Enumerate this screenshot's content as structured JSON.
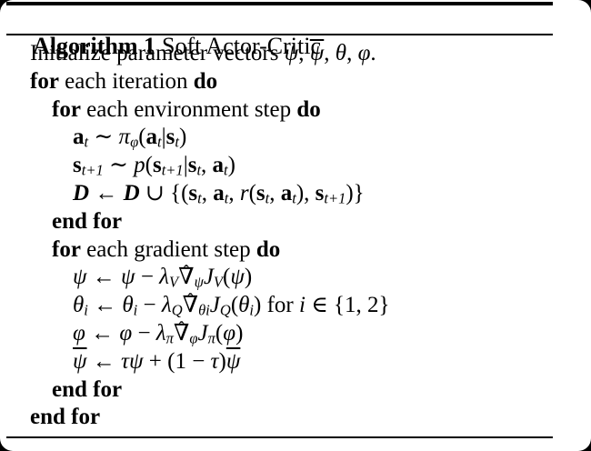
{
  "colors": {
    "surround": "#000000",
    "page_background": "#ffffff",
    "text": "#000000",
    "rule": "#000000"
  },
  "header": {
    "label": "Algorithm 1",
    "title": "Soft Actor-Critic"
  },
  "symbols": {
    "hat_mark": "ˆ"
  },
  "algorithm": {
    "lines": [
      {
        "indent": 1,
        "segments": [
          [
            "rm",
            "Initialize parameter vectors "
          ],
          [
            "it",
            "ψ"
          ],
          [
            "rm",
            ", "
          ],
          [
            "bar",
            "ψ"
          ],
          [
            "rm",
            ", "
          ],
          [
            "it",
            "θ"
          ],
          [
            "rm",
            ", "
          ],
          [
            "it",
            "φ"
          ],
          [
            "rm",
            "."
          ]
        ]
      },
      {
        "indent": 1,
        "segments": [
          [
            "bf",
            "for"
          ],
          [
            "rm",
            " each iteration "
          ],
          [
            "bf",
            "do"
          ]
        ]
      },
      {
        "indent": 2,
        "segments": [
          [
            "bf",
            "for"
          ],
          [
            "rm",
            " each environment step "
          ],
          [
            "bf",
            "do"
          ]
        ]
      },
      {
        "indent": 3,
        "segments": [
          [
            "mbf",
            "a"
          ],
          [
            "sub",
            "t"
          ],
          [
            "rm",
            " ∼ "
          ],
          [
            "it",
            "π"
          ],
          [
            "sub",
            "φ"
          ],
          [
            "rm",
            "("
          ],
          [
            "mbf",
            "a"
          ],
          [
            "sub",
            "t"
          ],
          [
            "rm",
            "|"
          ],
          [
            "mbf",
            "s"
          ],
          [
            "sub",
            "t"
          ],
          [
            "rm",
            ")"
          ]
        ]
      },
      {
        "indent": 3,
        "segments": [
          [
            "mbf",
            "s"
          ],
          [
            "sub",
            "t+1"
          ],
          [
            "rm",
            " ∼ "
          ],
          [
            "it",
            "p"
          ],
          [
            "rm",
            "("
          ],
          [
            "mbf",
            "s"
          ],
          [
            "sub",
            "t+1"
          ],
          [
            "rm",
            "|"
          ],
          [
            "mbf",
            "s"
          ],
          [
            "sub",
            "t"
          ],
          [
            "rm",
            ", "
          ],
          [
            "mbf",
            "a"
          ],
          [
            "sub",
            "t"
          ],
          [
            "rm",
            ")"
          ]
        ]
      },
      {
        "indent": 3,
        "segments": [
          [
            "cal",
            "D"
          ],
          [
            "rm",
            " ← "
          ],
          [
            "cal",
            "D"
          ],
          [
            "rm",
            " ∪ {("
          ],
          [
            "mbf",
            "s"
          ],
          [
            "sub",
            "t"
          ],
          [
            "rm",
            ", "
          ],
          [
            "mbf",
            "a"
          ],
          [
            "sub",
            "t"
          ],
          [
            "rm",
            ", "
          ],
          [
            "it",
            "r"
          ],
          [
            "rm",
            "("
          ],
          [
            "mbf",
            "s"
          ],
          [
            "sub",
            "t"
          ],
          [
            "rm",
            ", "
          ],
          [
            "mbf",
            "a"
          ],
          [
            "sub",
            "t"
          ],
          [
            "rm",
            "), "
          ],
          [
            "mbf",
            "s"
          ],
          [
            "sub",
            "t+1"
          ],
          [
            "rm",
            ")}"
          ]
        ]
      },
      {
        "indent": 2,
        "segments": [
          [
            "bf",
            "end for"
          ]
        ]
      },
      {
        "indent": 2,
        "segments": [
          [
            "bf",
            "for"
          ],
          [
            "rm",
            " each gradient step "
          ],
          [
            "bf",
            "do"
          ]
        ]
      },
      {
        "indent": 3,
        "segments": [
          [
            "it",
            "ψ"
          ],
          [
            "rm",
            " ← "
          ],
          [
            "it",
            "ψ"
          ],
          [
            "rm",
            " − "
          ],
          [
            "it",
            "λ"
          ],
          [
            "sub",
            "V"
          ],
          [
            "hat",
            "∇"
          ],
          [
            "sub",
            "ψ"
          ],
          [
            "it",
            "J"
          ],
          [
            "sub",
            "V"
          ],
          [
            "rm",
            "("
          ],
          [
            "it",
            "ψ"
          ],
          [
            "rm",
            ")"
          ]
        ]
      },
      {
        "indent": 3,
        "segments": [
          [
            "it",
            "θ"
          ],
          [
            "sub",
            "i"
          ],
          [
            "rm",
            " ← "
          ],
          [
            "it",
            "θ"
          ],
          [
            "sub",
            "i"
          ],
          [
            "rm",
            " − "
          ],
          [
            "it",
            "λ"
          ],
          [
            "sub",
            "Q"
          ],
          [
            "hat",
            "∇"
          ],
          [
            "sub",
            "θi"
          ],
          [
            "it",
            "J"
          ],
          [
            "sub",
            "Q"
          ],
          [
            "rm",
            "("
          ],
          [
            "it",
            "θ"
          ],
          [
            "sub",
            "i"
          ],
          [
            "rm",
            ") for "
          ],
          [
            "it",
            "i"
          ],
          [
            "rm",
            " ∈ {1, 2}"
          ]
        ]
      },
      {
        "indent": 3,
        "segments": [
          [
            "it",
            "φ"
          ],
          [
            "rm",
            " ← "
          ],
          [
            "it",
            "φ"
          ],
          [
            "rm",
            " − "
          ],
          [
            "it",
            "λ"
          ],
          [
            "sub",
            "π"
          ],
          [
            "hat",
            "∇"
          ],
          [
            "sub",
            "φ"
          ],
          [
            "it",
            "J"
          ],
          [
            "sub",
            "π"
          ],
          [
            "rm",
            "("
          ],
          [
            "it",
            "φ"
          ],
          [
            "rm",
            ")"
          ]
        ]
      },
      {
        "indent": 3,
        "segments": [
          [
            "bar",
            "ψ"
          ],
          [
            "rm",
            " ← "
          ],
          [
            "it",
            "τψ"
          ],
          [
            "rm",
            " + (1 − "
          ],
          [
            "it",
            "τ"
          ],
          [
            "rm",
            ")"
          ],
          [
            "bar",
            "ψ"
          ]
        ]
      },
      {
        "indent": 2,
        "segments": [
          [
            "bf",
            "end for"
          ]
        ]
      },
      {
        "indent": 1,
        "segments": [
          [
            "bf",
            "end for"
          ]
        ]
      }
    ]
  }
}
